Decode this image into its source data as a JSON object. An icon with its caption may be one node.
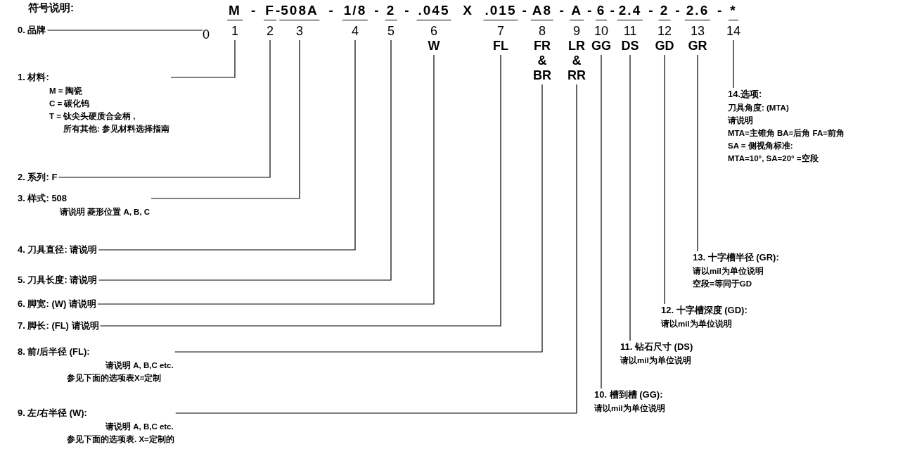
{
  "diagram": {
    "title": "符号说明:",
    "nodes": [
      {
        "text": [
          "0"
        ]
      },
      {
        "text": [
          "M",
          "1"
        ]
      },
      {
        "text": [
          "F",
          "2"
        ]
      },
      {
        "text": [
          "508A",
          "3"
        ]
      },
      {
        "text": [
          "1/8",
          "4"
        ]
      },
      {
        "text": [
          "2",
          "5"
        ]
      },
      {
        "text": [
          ".045",
          "6",
          "W"
        ]
      },
      {
        "text": [
          ".015",
          "7",
          "FL"
        ]
      },
      {
        "text": [
          "A8",
          "8",
          "FR & BR"
        ]
      },
      {
        "text": [
          "A",
          "9",
          "LR & RR"
        ]
      },
      {
        "text": [
          "6",
          "10",
          "GG"
        ]
      },
      {
        "text": [
          "2.4",
          "11",
          "DS"
        ]
      },
      {
        "text": [
          "2",
          "12",
          "GD"
        ]
      },
      {
        "text": [
          "2.6",
          "13",
          "GR"
        ]
      },
      {
        "text": [
          "*",
          "14"
        ]
      },
      {
        "text": [
          "0. 品牌"
        ]
      },
      {
        "text": [
          "1. 材料:",
          "M = 陶瓷",
          "C = 碳化钨",
          "T = 钛尖头硬质合金柄 ,",
          "所有其他: 参见材料选择指南"
        ]
      },
      {
        "text": [
          "2. 系列: F"
        ]
      },
      {
        "text": [
          "3. 样式: 508",
          "请说明 菱形位置 A, B, C"
        ]
      },
      {
        "text": [
          "4. 刀具直径: 请说明"
        ]
      },
      {
        "text": [
          "5. 刀具长度: 请说明"
        ]
      },
      {
        "text": [
          "6. 脚宽: (W) 请说明"
        ]
      },
      {
        "text": [
          "7. 脚长: (FL) 请说明"
        ]
      },
      {
        "text": [
          "8. 前/后半径 (FL):",
          "请说明 A, B,C etc.",
          "参见下面的选项表X=定制"
        ]
      },
      {
        "text": [
          "9. 左/右半径 (W):",
          "请说明 A, B,C etc.",
          "参见下面的选项表. X=定制的"
        ]
      },
      {
        "text": [
          "10. 槽到槽 (GG):",
          "请以mil为单位说明"
        ]
      },
      {
        "text": [
          "11. 钻石尺寸 (DS)",
          "请以mil为单位说明"
        ]
      },
      {
        "text": [
          "12. 十字槽深度 (GD):",
          "请以mil为单位说明"
        ]
      },
      {
        "text": [
          "13. 十字槽半径 (GR):",
          "请以mil为单位说明",
          "空段=等同于GD"
        ]
      },
      {
        "text": [
          "14.选项:",
          "刀具角度: (MTA)",
          "请说明",
          "MTA=主锥角 BA=后角 FA=前角",
          "SA = 侧视角标准:",
          "MTA=10°, SA=20° =空段"
        ]
      }
    ],
    "edges": [
      {
        "from": 15,
        "to": 0,
        "arrow": "none"
      },
      {
        "from": 16,
        "to": 1,
        "arrow": "none"
      },
      {
        "from": 17,
        "to": 2,
        "arrow": "none"
      },
      {
        "from": 18,
        "to": 3,
        "arrow": "none"
      },
      {
        "from": 19,
        "to": 4,
        "arrow": "none"
      },
      {
        "from": 20,
        "to": 5,
        "arrow": "none"
      },
      {
        "from": 21,
        "to": 6,
        "arrow": "none"
      },
      {
        "from": 22,
        "to": 7,
        "arrow": "none"
      },
      {
        "from": 23,
        "to": 8,
        "arrow": "none"
      },
      {
        "from": 24,
        "to": 9,
        "arrow": "none"
      },
      {
        "from": 25,
        "to": 10,
        "arrow": "none"
      },
      {
        "from": 26,
        "to": 11,
        "arrow": "none"
      },
      {
        "from": 27,
        "to": 12,
        "arrow": "none"
      },
      {
        "from": 28,
        "to": 13,
        "arrow": "none"
      },
      {
        "from": 29,
        "to": 14,
        "arrow": "none"
      }
    ],
    "labels": [
      "-",
      "-",
      "-",
      "-",
      "-",
      "X",
      "-",
      "-",
      "-",
      "-",
      "-",
      "-",
      "-"
    ]
  }
}
